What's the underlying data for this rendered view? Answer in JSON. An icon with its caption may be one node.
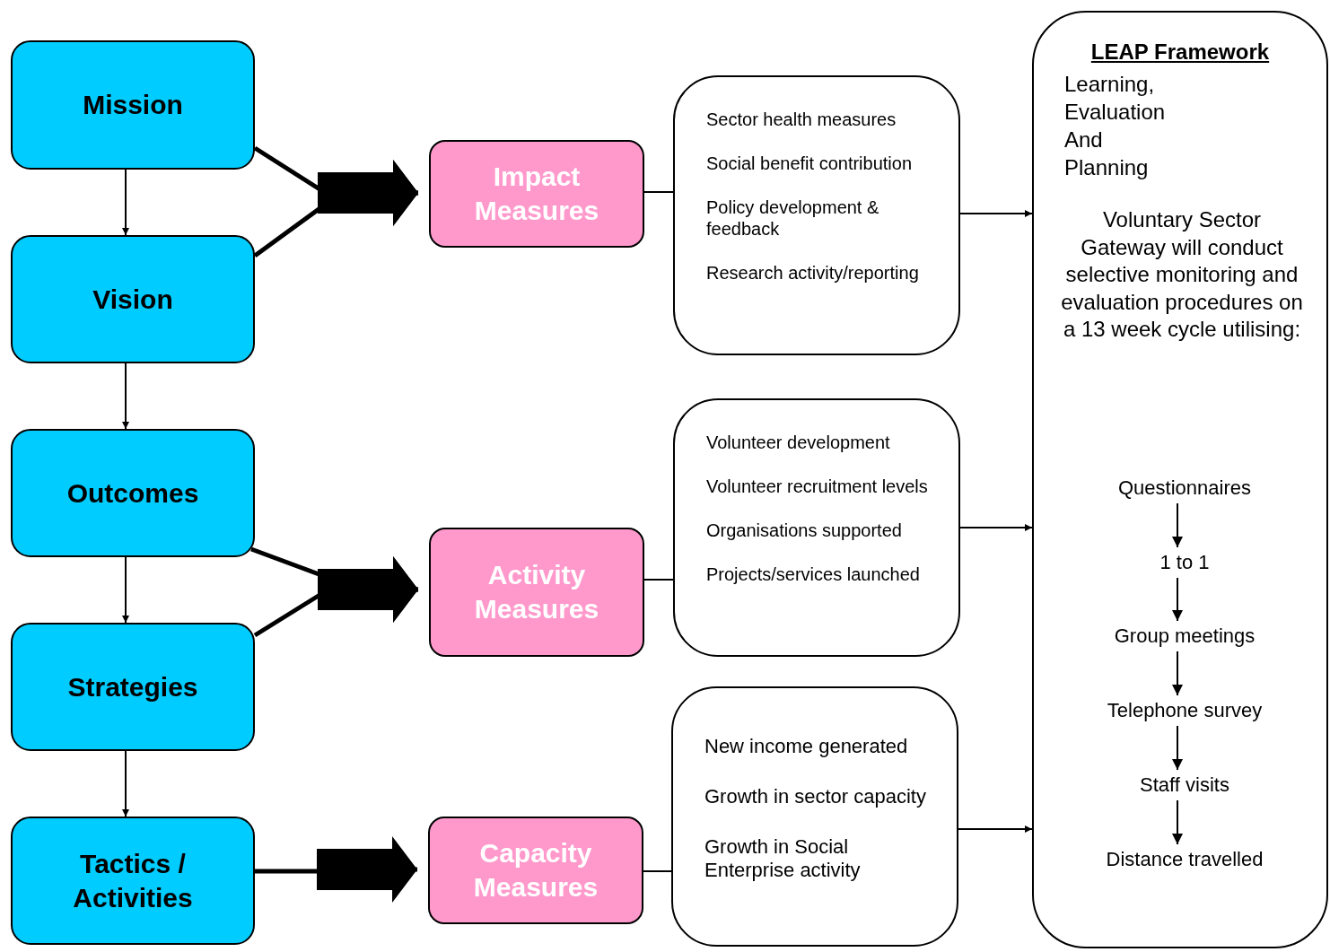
{
  "diagram": {
    "nodes": [
      {
        "text": [
          "Mission"
        ]
      },
      {
        "text": [
          "Vision"
        ]
      },
      {
        "text": [
          "Outcomes"
        ]
      },
      {
        "text": [
          "Strategies"
        ]
      },
      {
        "text": [
          "Tactics / Activities"
        ]
      },
      {
        "text": [
          "Impact Measures"
        ]
      },
      {
        "text": [
          "Activity Measures"
        ]
      },
      {
        "text": [
          "Capacity Measures"
        ]
      },
      {
        "text": [
          "Sector health measures",
          "Social benefit contribution",
          "Policy development & feedback",
          "Research activity/reporting"
        ]
      },
      {
        "text": [
          "Volunteer development",
          "Volunteer recruitment levels",
          "Organisations supported",
          "Projects/services launched"
        ]
      },
      {
        "text": [
          "New income generated",
          "Growth in sector capacity",
          "Growth in Social Enterprise activity"
        ]
      },
      {
        "text": [
          "LEAP Framework",
          "Learning, Evaluation And Planning",
          "Voluntary Sector Gateway will conduct selective monitoring and evaluation procedures on a 13 week cycle utilising:"
        ]
      },
      {
        "text": [
          "Questionnaires"
        ],
        "in": 11
      },
      {
        "text": [
          "1 to 1"
        ],
        "in": 11
      },
      {
        "text": [
          "Group meetings"
        ],
        "in": 11
      },
      {
        "text": [
          "Telephone survey"
        ],
        "in": 11
      },
      {
        "text": [
          "Staff visits"
        ],
        "in": 11
      },
      {
        "text": [
          "Distance travelled"
        ],
        "in": 11
      }
    ],
    "edges": [
      {
        "from": 0,
        "to": 1,
        "arrow": "to"
      },
      {
        "from": 1,
        "to": 2,
        "arrow": "to"
      },
      {
        "from": 2,
        "to": 3,
        "arrow": "to"
      },
      {
        "from": 3,
        "to": 4,
        "arrow": "to"
      },
      {
        "from": 0,
        "to": 5,
        "arrow": "to",
        "style": "thick"
      },
      {
        "from": 1,
        "to": 5,
        "arrow": "to",
        "style": "thick"
      },
      {
        "from": 2,
        "to": 6,
        "arrow": "to",
        "style": "thick"
      },
      {
        "from": 3,
        "to": 6,
        "arrow": "to",
        "style": "thick"
      },
      {
        "from": 4,
        "to": 7,
        "arrow": "to",
        "style": "thick"
      },
      {
        "from": 5,
        "to": 8,
        "arrow": "none"
      },
      {
        "from": 6,
        "to": 9,
        "arrow": "none"
      },
      {
        "from": 7,
        "to": 10,
        "arrow": "none"
      },
      {
        "from": 8,
        "to": 11,
        "arrow": "to"
      },
      {
        "from": 9,
        "to": 11,
        "arrow": "to"
      },
      {
        "from": 10,
        "to": 11,
        "arrow": "to"
      },
      {
        "from": 12,
        "to": 13,
        "arrow": "to"
      },
      {
        "from": 13,
        "to": 14,
        "arrow": "to"
      },
      {
        "from": 14,
        "to": 15,
        "arrow": "to"
      },
      {
        "from": 15,
        "to": 16,
        "arrow": "to"
      },
      {
        "from": 16,
        "to": 17,
        "arrow": "to"
      }
    ]
  }
}
